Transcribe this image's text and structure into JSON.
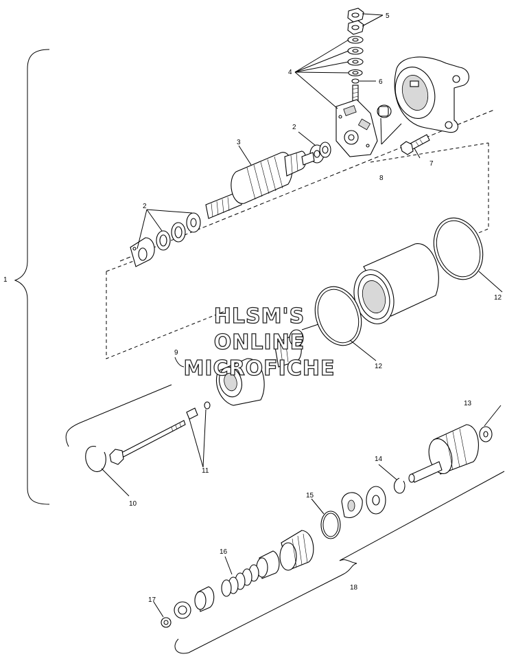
{
  "callouts": {
    "c1": "1",
    "c2a": "2",
    "c2b": "2",
    "c3": "3",
    "c4": "4",
    "c5": "5",
    "c6": "6",
    "c7": "7",
    "c8": "8",
    "c9": "9",
    "c10": "10",
    "c11": "11",
    "c12a": "12",
    "c12b": "12",
    "c13": "13",
    "c14": "14",
    "c15": "15",
    "c16": "16",
    "c17": "17",
    "c18": "18"
  },
  "watermark": {
    "line1": "HLSM'S",
    "line2": "ONLINE",
    "line3": "MICROFICHE"
  }
}
